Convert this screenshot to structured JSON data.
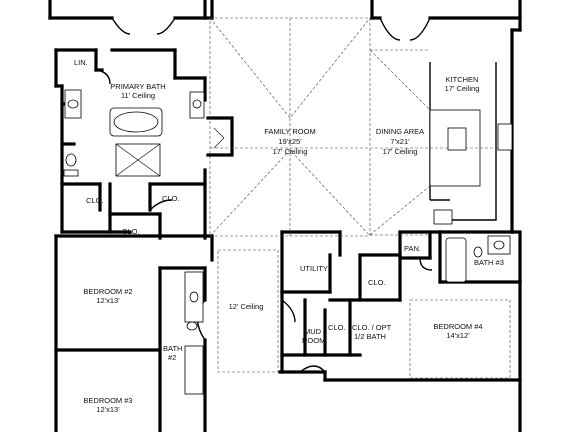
{
  "rooms": {
    "lin": "LIN.",
    "primary_bath": {
      "name": "PRIMARY BATH",
      "ceiling": "11' Ceiling"
    },
    "family_room": {
      "name": "FAMILY ROOM",
      "size": "19'x25'",
      "ceiling": "17' Ceiling"
    },
    "dining_area": {
      "name": "DINING AREA",
      "size": "7'x21'",
      "ceiling": "17' Ceiling"
    },
    "kitchen": {
      "name": "KITCHEN",
      "ceiling": "17' Ceiling"
    },
    "clo_left": "CLO.",
    "clo_mid": "CLO.",
    "clo_small": "CLO.",
    "pan": "PAN.",
    "bath3": "BATH #3",
    "utility": "UTILITY",
    "clo_util": "CLO.",
    "bedroom2": {
      "name": "BEDROOM #2",
      "size": "12'x13'"
    },
    "hall_ceiling": "12' Ceiling",
    "mud_room_1": "MUD",
    "mud_room_2": "ROOM",
    "clo_mud": "CLO.",
    "half_bath_1": "CLO. / OPT",
    "half_bath_2": "1/2 BATH",
    "bedroom4": {
      "name": "BEDROOM #4",
      "size": "14'x12'"
    },
    "bath2_1": "BATH",
    "bath2_2": "#2",
    "bedroom3": {
      "name": "BEDROOM #3",
      "size": "12'x13'"
    }
  }
}
